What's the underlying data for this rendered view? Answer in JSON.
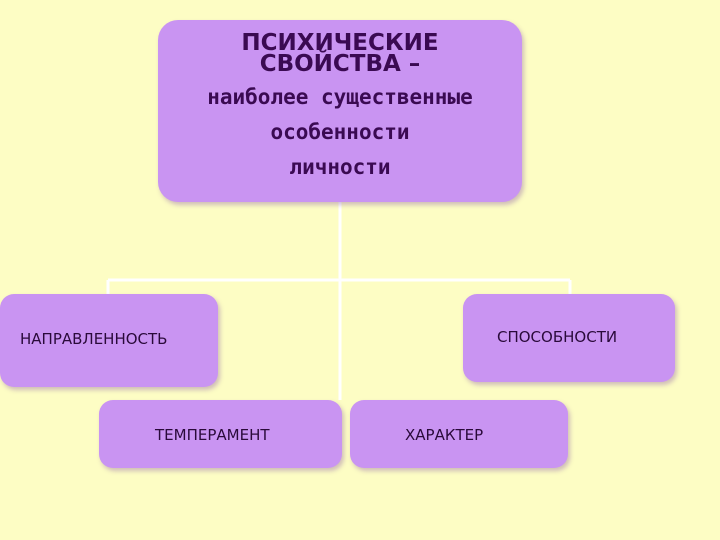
{
  "diagram": {
    "main": {
      "title_line1": "ПСИХИЧЕСКИЕ",
      "title_line2": "СВОЙСТВА –",
      "sub_line1": "наиболее существенные",
      "sub_line2": "особенности",
      "sub_line3": "личности"
    },
    "children": {
      "direction": "НАПРАВЛЕННОСТЬ",
      "abilities": "СПОСОБНОСТИ",
      "temperament": "ТЕМПЕРАМЕНТ",
      "character": "ХАРАКТЕР"
    }
  },
  "colors": {
    "background": "#fdfdc4",
    "box_fill": "#c994f2",
    "text": "#3a0a52",
    "connector": "#ffffff"
  }
}
